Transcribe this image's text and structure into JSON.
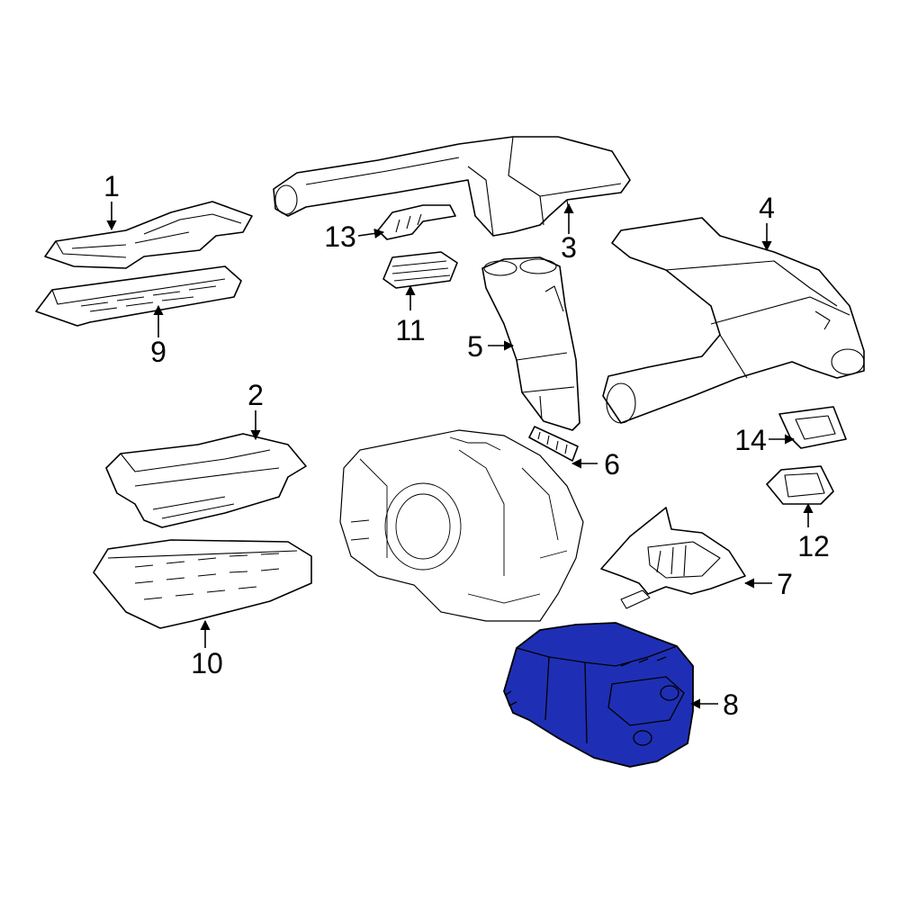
{
  "diagram": {
    "callouts": [
      {
        "id": "1",
        "label": "1"
      },
      {
        "id": "2",
        "label": "2"
      },
      {
        "id": "3",
        "label": "3"
      },
      {
        "id": "4",
        "label": "4"
      },
      {
        "id": "5",
        "label": "5"
      },
      {
        "id": "6",
        "label": "6"
      },
      {
        "id": "7",
        "label": "7"
      },
      {
        "id": "8",
        "label": "8"
      },
      {
        "id": "9",
        "label": "9"
      },
      {
        "id": "10",
        "label": "10"
      },
      {
        "id": "11",
        "label": "11"
      },
      {
        "id": "12",
        "label": "12"
      },
      {
        "id": "13",
        "label": "13"
      },
      {
        "id": "14",
        "label": "14"
      }
    ],
    "highlighted_part": "8",
    "colors": {
      "highlight": "#1e2fb5",
      "line": "#000000",
      "background": "#ffffff"
    }
  }
}
